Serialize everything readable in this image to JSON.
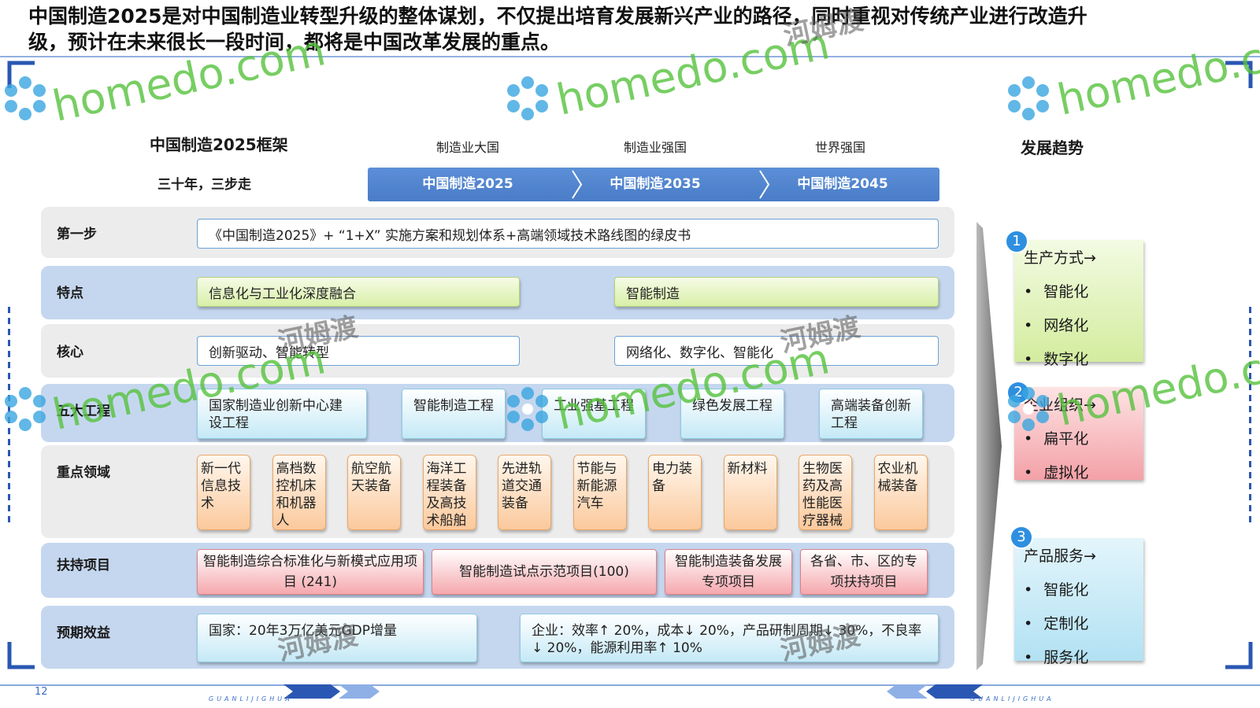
{
  "headline": "中国制造2025是对中国制造业转型升级的整体谋划，不仅提出培育发展新兴产业的路径，同时重视对传统产业进行改造升级，预计在未来很长一段时间，都将是中国改革发展的重点。",
  "framework": {
    "title": "中国制造2025框架",
    "subtitle": "三十年，三步走",
    "stages": [
      "制造业大国",
      "制造业强国",
      "世界强国"
    ],
    "phases": [
      "中国制造2025",
      "中国制造2035",
      "中国制造2045"
    ]
  },
  "rows": {
    "step1": {
      "label": "第一步",
      "text": "《中国制造2025》+ “1+X” 实施方案和规划体系+高端领域技术路线图的绿皮书"
    },
    "features": {
      "label": "特点",
      "items": [
        "信息化与工业化深度融合",
        "智能制造"
      ]
    },
    "core": {
      "label": "核心",
      "items": [
        "创新驱动、智能转型",
        "网络化、数字化、智能化"
      ]
    },
    "projects": {
      "label": "五大工程",
      "items": [
        "国家制造业创新中心建设工程",
        "智能制造工程",
        "工业强基工程",
        "绿色发展工程",
        "高端装备创新工程"
      ]
    },
    "fields": {
      "label": "重点领域",
      "items": [
        "新一代信息技术",
        "高档数控机床和机器人",
        "航空航天装备",
        "海洋工程装备及高技术船舶",
        "先进轨道交通装备",
        "节能与新能源汽车",
        "电力装备",
        "新材料",
        "生物医药及高性能医疗器械",
        "农业机械装备"
      ]
    },
    "support": {
      "label": "扶持项目",
      "items": [
        "智能制造综合标准化与新模式应用项目 (241)",
        "智能制造试点示范项目(100)",
        "智能制造装备发展专项项目",
        "各省、市、区的专项扶持项目"
      ]
    },
    "benefits": {
      "label": "预期效益",
      "items": [
        "国家：20年3万亿美元GDP增量",
        "企业：效率↑ 20%，成本↓ 20%，产品研制周期↓ 30%，不良率↓ 20%，能源利用率↑ 10%"
      ]
    }
  },
  "trends": {
    "title": "发展趋势",
    "panels": [
      {
        "num": "1",
        "head": "生产方式→",
        "items": [
          "智能化",
          "网络化",
          "数字化"
        ],
        "color": "#d6eda6"
      },
      {
        "num": "2",
        "head": "企业组织→",
        "items": [
          "扁平化",
          "虚拟化"
        ],
        "color": "#f4a9ae"
      },
      {
        "num": "3",
        "head": "产品服务→",
        "items": [
          "智能化",
          "定制化",
          "服务化"
        ],
        "color": "#b9e4f4"
      }
    ]
  },
  "footer": {
    "page": "12",
    "text": "GUANLIJIGHUA"
  },
  "watermark": {
    "latin": "homedo.com",
    "cn": "河姆渡"
  },
  "colors": {
    "accent": "#4a7cc8",
    "row_blue": "#c5d7ef",
    "row_light": "#ececec"
  }
}
